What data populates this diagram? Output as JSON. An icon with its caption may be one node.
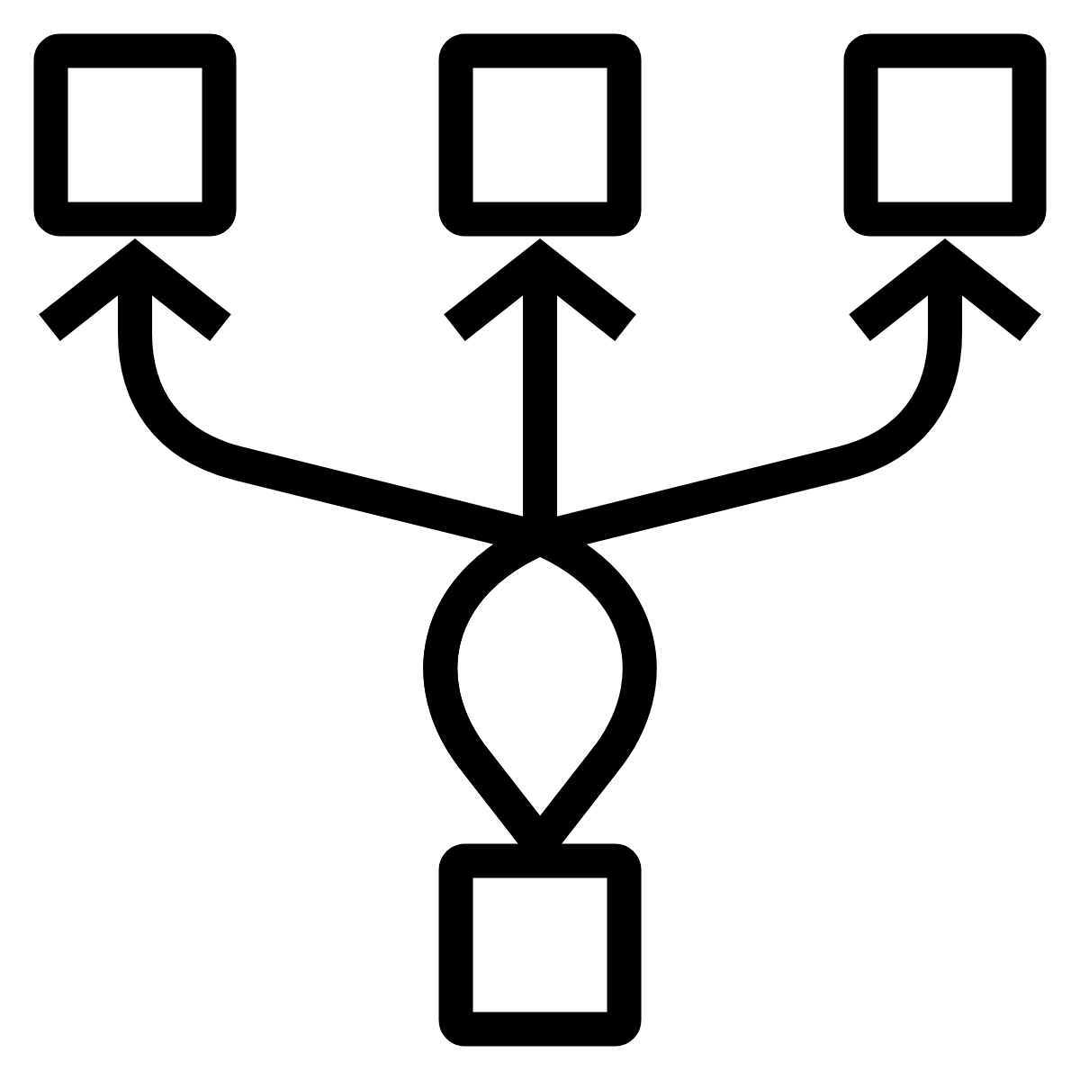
{
  "diagram": {
    "nodes": [
      {
        "text": [],
        "shape": "box"
      },
      {
        "text": [],
        "shape": "box"
      },
      {
        "text": [],
        "shape": "box"
      },
      {
        "text": [],
        "shape": "box"
      }
    ],
    "edges": [
      {
        "from": 3,
        "to": 0,
        "arrow": "to"
      },
      {
        "from": 3,
        "to": 1,
        "arrow": "to"
      },
      {
        "from": 3,
        "to": 2,
        "arrow": "to"
      }
    ]
  }
}
